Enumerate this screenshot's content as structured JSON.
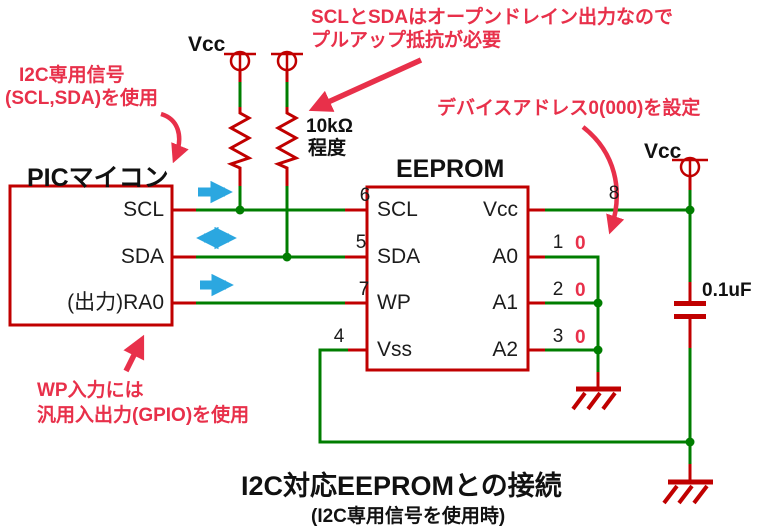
{
  "colors": {
    "annotation_red": "#e8304a",
    "circuit_red": "#c00000",
    "wire_green": "#007d00",
    "arrow_blue": "#2ba7e0",
    "text_black": "#1a1a1a"
  },
  "annotations": {
    "pullup": {
      "line1": "SCLとSDAはオープンドレイン出力なので",
      "line2": "プルアップ抵抗が必要"
    },
    "i2c_signal": {
      "line1": "I2C専用信号",
      "line2": "(SCL,SDA)を使用"
    },
    "device_address": "デバイスアドレス0(000)を設定",
    "wp": {
      "line1": "WP入力には",
      "line2": "汎用入出力(GPIO)を使用"
    }
  },
  "pic": {
    "title": "PICマイコン",
    "pins": [
      "SCL",
      "SDA",
      "(出力)RA0"
    ]
  },
  "eeprom": {
    "title": "EEPROM",
    "left_pins": [
      {
        "number": "6",
        "name": "SCL"
      },
      {
        "number": "5",
        "name": "SDA"
      },
      {
        "number": "7",
        "name": "WP"
      },
      {
        "number": "4",
        "name": "Vss"
      }
    ],
    "right_pins": [
      {
        "number": "8",
        "name": "Vcc",
        "value": ""
      },
      {
        "number": "1",
        "name": "A0",
        "value": "0"
      },
      {
        "number": "2",
        "name": "A1",
        "value": "0"
      },
      {
        "number": "3",
        "name": "A2",
        "value": "0"
      }
    ]
  },
  "power": {
    "vcc_left": "Vcc",
    "vcc_right": "Vcc"
  },
  "components": {
    "resistor_value": "10kΩ",
    "resistor_note": "程度",
    "capacitor_value": "0.1uF"
  },
  "caption": {
    "title": "I2C対応EEPROMとの接続",
    "subtitle": "(I2C専用信号を使用時)"
  }
}
